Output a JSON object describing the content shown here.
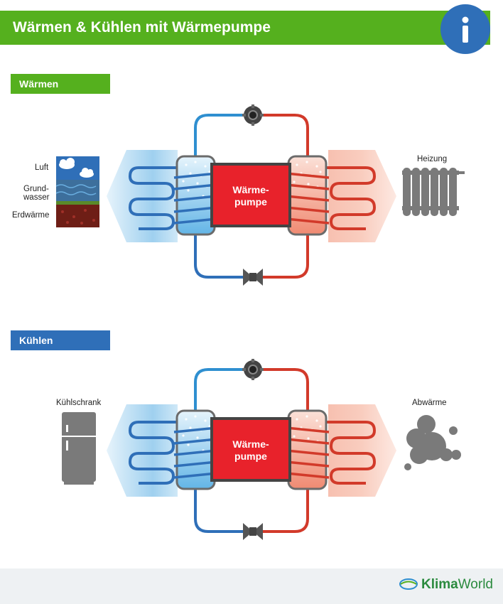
{
  "header": {
    "title": "Wärmen & Kühlen mit Wärmepumpe",
    "info_icon": "info-icon"
  },
  "sections": {
    "heating": {
      "label": "Wärmen",
      "source_labels": {
        "air": "Luft",
        "groundwater_1": "Grund-",
        "groundwater_2": "wasser",
        "geothermal": "Erdwärme"
      },
      "target_label": "Heizung",
      "pump_label": "Wärme-\npumpe"
    },
    "cooling": {
      "label": "Kühlen",
      "source_label": "Kühlschrank",
      "target_label": "Abwärme",
      "pump_label": "Wärme-\npumpe"
    }
  },
  "footer": {
    "brand_bold": "Klima",
    "brand_light": "World"
  },
  "colors": {
    "green": "#55b01e",
    "blue": "#2f6fb8",
    "pump_red": "#e8222b",
    "hot_line": "#d23a2a",
    "cold_line": "#2f8fd0",
    "gray": "#7a7a7a"
  }
}
